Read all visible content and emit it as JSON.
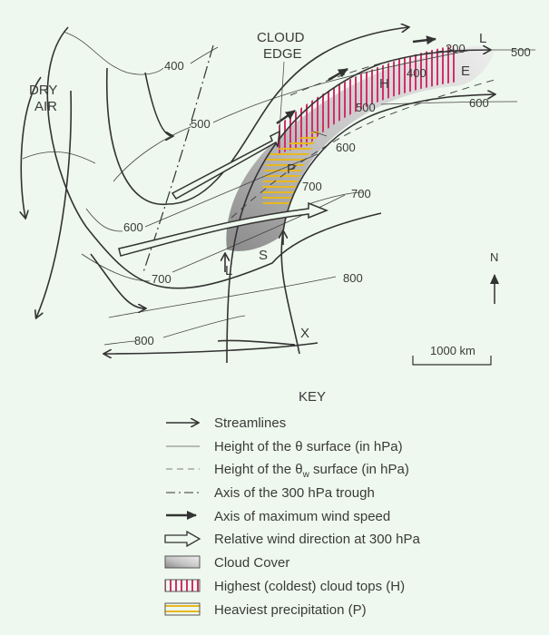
{
  "map": {
    "cloud_edge": [
      "CLOUD",
      "EDGE"
    ],
    "dry_air": [
      "DRY",
      "AIR"
    ],
    "theta_labels": [
      "400",
      "500",
      "600",
      "700",
      "800",
      "800",
      "500",
      "600",
      "700"
    ],
    "thetaw_labels": [
      "300",
      "400",
      "500",
      "600",
      "700"
    ],
    "letters": {
      "L_top": "L",
      "E": "E",
      "H": "H",
      "P": "P",
      "L_bottom": "L",
      "S": "S",
      "X": "X"
    },
    "north": "N",
    "scale": "1000 km"
  },
  "key": {
    "title": "KEY",
    "items": [
      {
        "label": "Streamlines"
      },
      {
        "label": "Height of the θ surface (in hPa)"
      },
      {
        "label_pre": "Height of the θ",
        "sub": "w",
        "label_post": " surface (in hPa)"
      },
      {
        "label": "Axis of the 300 hPa trough"
      },
      {
        "label": "Axis of maximum wind speed"
      },
      {
        "label": "Relative wind direction at 300 hPa"
      },
      {
        "label": "Cloud Cover"
      },
      {
        "label": "Highest (coldest) cloud tops (H)"
      },
      {
        "label": "Heaviest precipitation (P)"
      }
    ]
  },
  "colors": {
    "background": "#eef8ee",
    "hatch_H": "#d0306a",
    "hatch_P": "#e8b820",
    "cloud": "#a8a8a8"
  }
}
